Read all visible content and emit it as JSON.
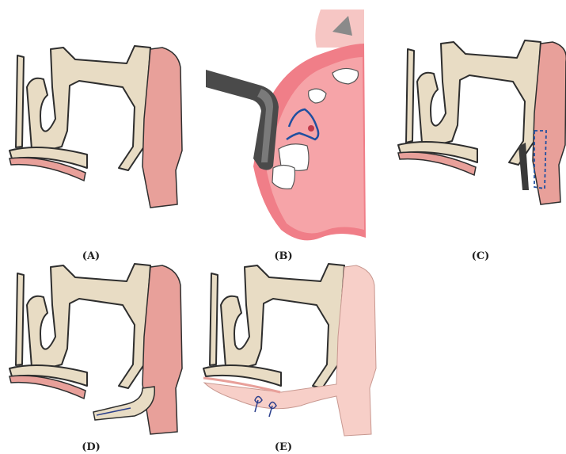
{
  "figure": {
    "panels": [
      {
        "id": "A",
        "label": "(A)"
      },
      {
        "id": "B",
        "label": "(B)"
      },
      {
        "id": "C",
        "label": "(C)"
      },
      {
        "id": "D",
        "label": "(D)"
      },
      {
        "id": "E",
        "label": "(E)"
      }
    ]
  },
  "colors": {
    "bone": "#e8dcc4",
    "mucosa": "#e8a09a",
    "palate": "#f07e88",
    "palate_light": "#f6a4a8",
    "instrument": "#4a4a4a",
    "incision": "#1f4fa0",
    "suture": "#2b3f8c"
  }
}
